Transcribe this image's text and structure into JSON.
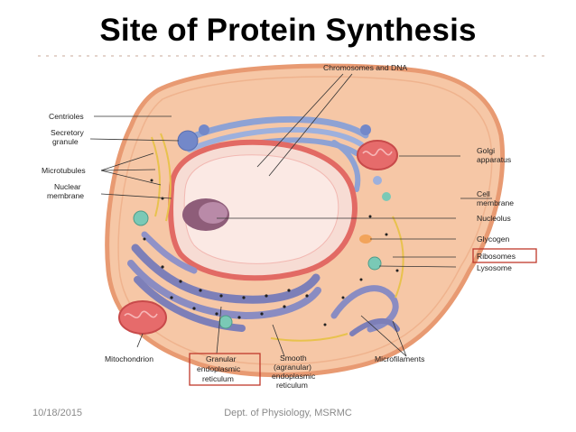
{
  "slide": {
    "title": "Site of Protein Synthesis",
    "footer_date": "10/18/2015",
    "footer_text": "Dept. of Physiology, MSRMC"
  },
  "diagram": {
    "labels": {
      "chromosomes": "Chromosomes and DNA",
      "centrioles": "Centrioles",
      "secretory_1": "Secretory",
      "secretory_2": "granule",
      "microtubules": "Microtubules",
      "nuclear_1": "Nuclear",
      "nuclear_2": "membrane",
      "golgi_1": "Golgi",
      "golgi_2": "apparatus",
      "cell_membrane_1": "Cell",
      "cell_membrane_2": "membrane",
      "nucleolus": "Nucleolus",
      "glycogen": "Glycogen",
      "ribosomes": "Ribosomes",
      "lysosome": "Lysosome",
      "mitochondrion": "Mitochondrion",
      "granular_er_1": "Granular",
      "granular_er_2": "endoplasmic",
      "granular_er_3": "reticulum",
      "smooth_er_1": "Smooth",
      "smooth_er_2": "(agranular)",
      "smooth_er_3": "endoplasmic",
      "smooth_er_4": "reticulum",
      "microfilaments": "Microfilaments"
    },
    "highlight_color": "#c0392b",
    "colors": {
      "cytoplasm": "#f6c7a6",
      "cell_edge": "#e89a72",
      "nucleus": "#f7dcd4",
      "nucleus_edge": "#e26a64",
      "er": "#7d7fb8",
      "golgi": "#8ea2d4",
      "mitochondrion": "#e66b6b"
    }
  }
}
